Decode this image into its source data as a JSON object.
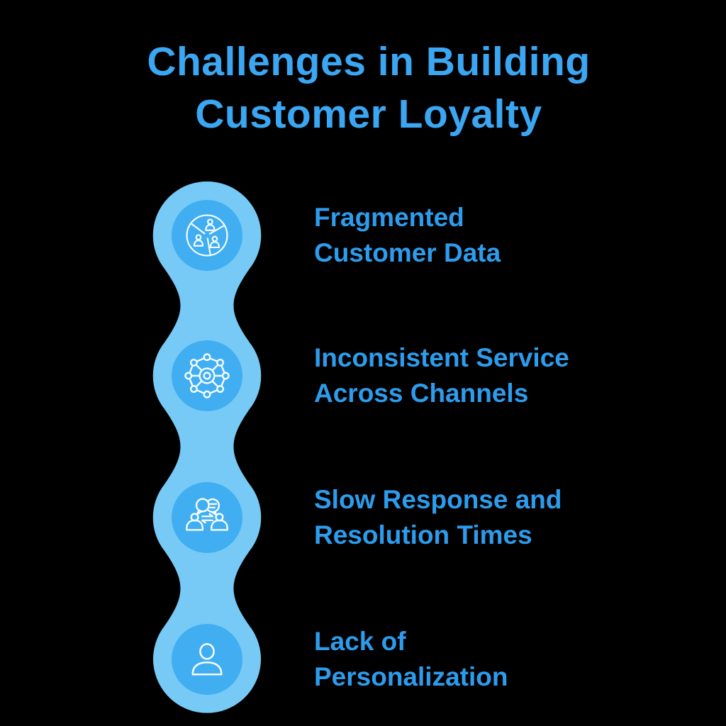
{
  "title": {
    "text": "Challenges in Building\nCustomer Loyalty"
  },
  "colors": {
    "background": "#000000",
    "blob": "#76CAF5",
    "inner_circle": "#41AEF2",
    "icon_stroke": "#F4FCFF",
    "title_text": "#3BA6F2",
    "label_text": "#2D9CEC"
  },
  "items": [
    {
      "icon": "fragmented-customer-data-icon",
      "label": "Fragmented\nCustomer Data"
    },
    {
      "icon": "omnichannel-network-icon",
      "label": "Inconsistent Service\nAcross Channels"
    },
    {
      "icon": "conversation-exchange-icon",
      "label": "Slow Response and\nResolution Times"
    },
    {
      "icon": "single-user-icon",
      "label": "Lack of\nPersonalization"
    }
  ]
}
